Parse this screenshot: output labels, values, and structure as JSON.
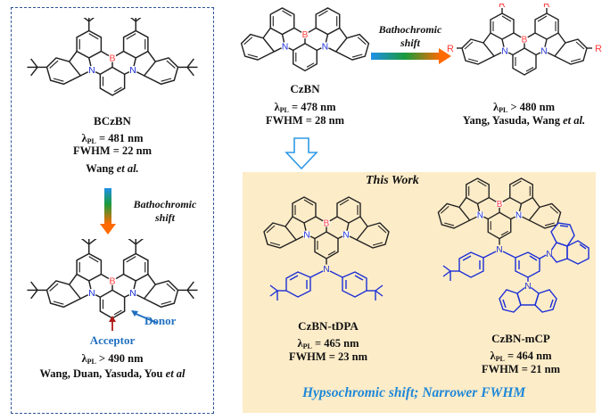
{
  "colors": {
    "panel_border": "#2e5597",
    "work_background": "#fdecc8",
    "boron": "#ff3b3b",
    "nitrogen": "#1b2fd6",
    "substituent": "#1b2fd6",
    "r_group": "#ff3b3b",
    "donor_arrow": "#1f6fc0",
    "acceptor_arrow": "#b01818",
    "summary_text": "#1e88d8",
    "gradient": [
      "#1e90e8",
      "#1a9a3a",
      "#ff6a00"
    ]
  },
  "left_panel": {
    "top_compound": {
      "name": "BCzBN",
      "lambda_label": "λ",
      "lambda_sub": "PL",
      "lambda_value": " = 481 nm",
      "fwhm": "FWHM = 22 nm",
      "authors": "Wang ",
      "etal": "et al."
    },
    "arrow_label_line1": "Bathochromic",
    "arrow_label_line2": "shift",
    "bottom_compound": {
      "donor_label": "Donor",
      "acceptor_label": "Acceptor",
      "lambda_label": "λ",
      "lambda_sub": "PL",
      "lambda_value": " > 490 nm",
      "authors": "Wang, Duan, Yasuda, You ",
      "etal": "et al"
    }
  },
  "top_center": {
    "name": "CzBN",
    "lambda_label": "λ",
    "lambda_sub": "PL",
    "lambda_value": " = 478 nm",
    "fwhm": "FWHM = 28 nm",
    "arrow_label_line1": "Bathochromic",
    "arrow_label_line2": "shift"
  },
  "top_right": {
    "r_label": "R",
    "lambda_label": "λ",
    "lambda_sub": "PL",
    "lambda_value": " > 480 nm",
    "authors": "Yang, Yasuda, Wang ",
    "etal": "et al."
  },
  "this_work": {
    "title": "This Work",
    "compounds": [
      {
        "name": "CzBN-tDPA",
        "lambda_label": "λ",
        "lambda_sub": "PL",
        "lambda_value": " = 465 nm",
        "fwhm": "FWHM = 23 nm"
      },
      {
        "name": "CzBN-mCP",
        "lambda_label": "λ",
        "lambda_sub": "PL",
        "lambda_value": " = 464 nm",
        "fwhm": "FWHM = 21 nm"
      }
    ],
    "summary": "Hypsochromic shift; Narrower FWHM"
  },
  "atoms": {
    "boron": "B",
    "nitrogen": "N"
  }
}
